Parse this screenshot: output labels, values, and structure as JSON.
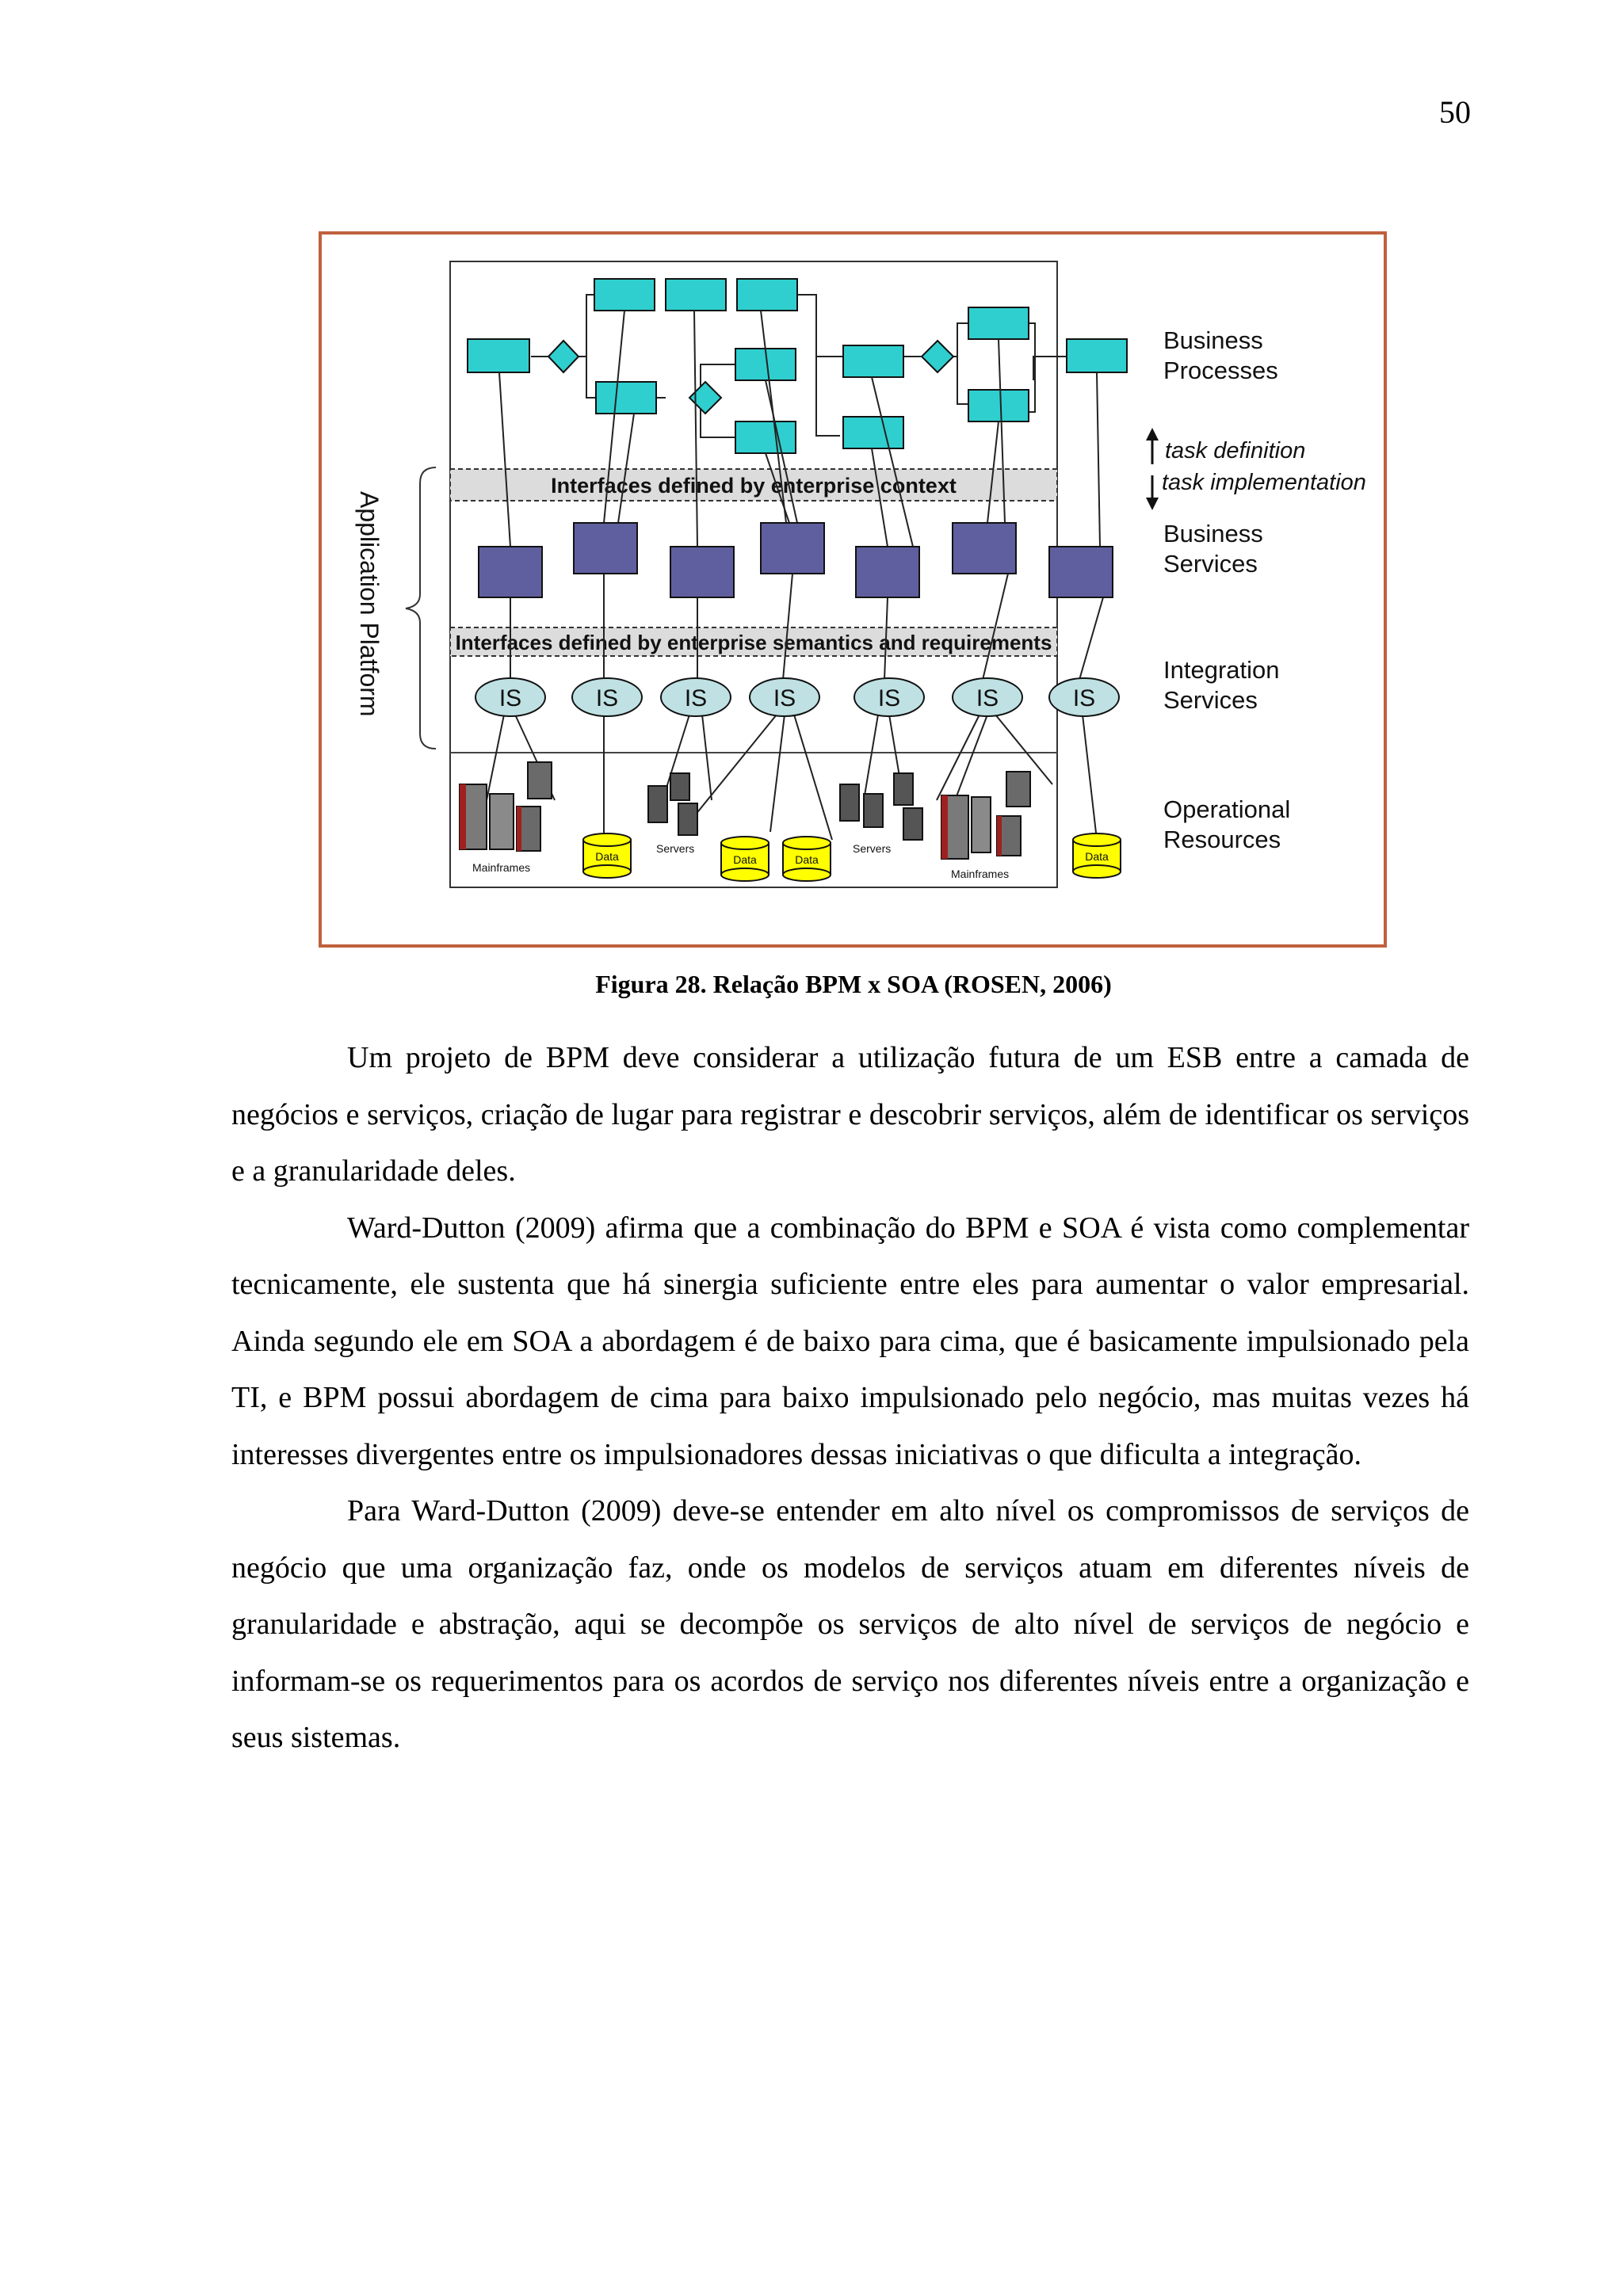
{
  "page_number": "50",
  "figure": {
    "layers": {
      "business_processes": "Business\nProcesses",
      "business_services": "Business\nServices",
      "integration_services": "Integration\nServices",
      "operational_resources": "Operational\nResources"
    },
    "task_definition": "task definition",
    "task_implementation": "task implementation",
    "interface_bar_1": "Interfaces defined by enterprise context",
    "interface_bar_2": "Interfaces defined by enterprise semantics and requirements",
    "application_platform": "Application Platform",
    "is_label": "IS",
    "resource_labels": {
      "mainframes": "Mainframes",
      "servers": "Servers",
      "data": "Data"
    },
    "colors": {
      "process_box": "#2fcfcf",
      "service_box": "#5f5f9f",
      "is_ellipse": "#bfe1e3",
      "data_cylinder": "#ffff00",
      "frame_border": "#c0603e"
    }
  },
  "caption": "Figura 28. Relação BPM x SOA (ROSEN, 2006)",
  "paragraphs": [
    "Um projeto de BPM deve considerar a utilização futura de um ESB entre a camada de negócios e serviços, criação de lugar para registrar e descobrir serviços, além de identificar os serviços e a granularidade deles.",
    "Ward-Dutton (2009) afirma que a combinação do BPM e SOA é vista como complementar tecnicamente, ele sustenta que há sinergia suficiente entre eles para aumentar o valor empresarial. Ainda segundo ele em SOA a abordagem é de baixo para cima, que é basicamente impulsionado pela TI, e BPM possui abordagem de cima para baixo impulsionado pelo negócio, mas muitas vezes há interesses divergentes entre os impulsionadores dessas iniciativas o que dificulta a integração.",
    "Para Ward-Dutton (2009) deve-se entender em alto nível os compromissos de serviços de negócio que uma organização faz, onde os modelos de serviços atuam em diferentes níveis de granularidade e abstração, aqui se decompõe os serviços de alto nível de serviços de negócio e informam-se os requerimentos para os acordos de serviço nos diferentes níveis entre a organização e seus sistemas."
  ]
}
